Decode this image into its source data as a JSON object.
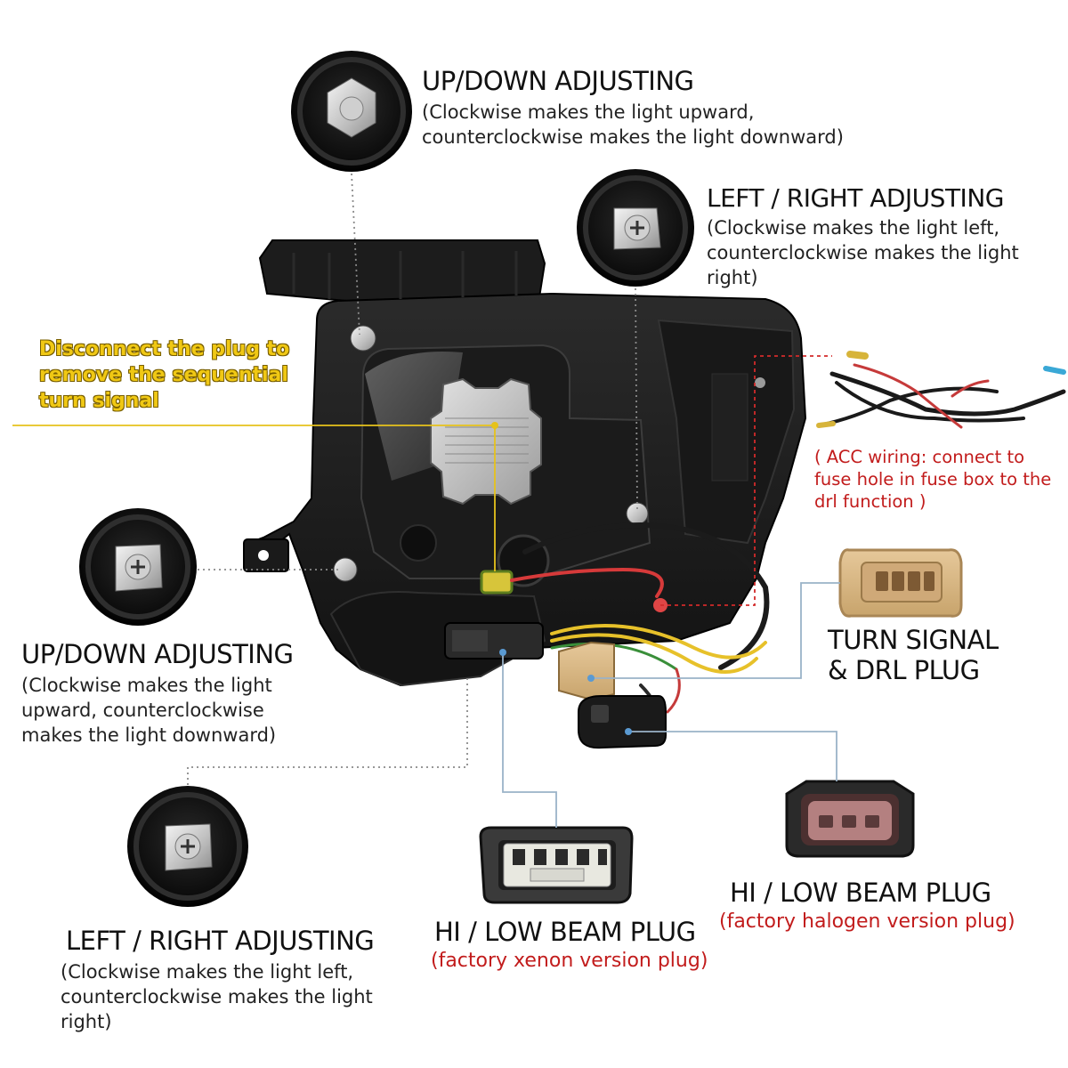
{
  "adjusters": {
    "top_updown": {
      "title": "UP/DOWN ADJUSTING",
      "desc": "(Clockwise makes the light upward, counterclockwise makes the light downward)"
    },
    "top_leftright": {
      "title": "LEFT / RIGHT ADJUSTING",
      "desc": "(Clockwise makes the light left, counterclockwise makes the light right)"
    },
    "mid_updown": {
      "title": "UP/DOWN ADJUSTING",
      "desc": "(Clockwise makes the light upward, counterclockwise makes the light downward)"
    },
    "bottom_leftright": {
      "title": "LEFT / RIGHT ADJUSTING",
      "desc": "(Clockwise makes the light left, counterclockwise makes the light right)"
    }
  },
  "notes": {
    "disconnect": "Disconnect the plug to remove the sequential turn signal",
    "acc_wiring": "( ACC wiring: connect to fuse hole in fuse box to the drl function )"
  },
  "plugs": {
    "turn_signal": {
      "title_line1": "TURN SIGNAL",
      "title_line2": "& DRL PLUG"
    },
    "xenon": {
      "title": "HI / LOW BEAM PLUG",
      "sub": "(factory xenon version plug)"
    },
    "halogen": {
      "title": "HI / LOW BEAM PLUG",
      "sub": "(factory halogen version plug)"
    }
  },
  "colors": {
    "accent_red": "#c21c1c",
    "note_yellow": "#f0c814",
    "leader_gray": "#888888"
  }
}
